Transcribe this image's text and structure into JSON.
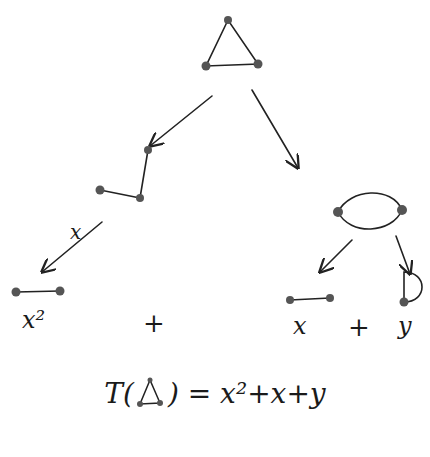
{
  "diagram": {
    "labels": [
      "x",
      "x²",
      "+",
      "x",
      "+",
      "y",
      "T(",
      ") = x²+x+y"
    ]
  }
}
